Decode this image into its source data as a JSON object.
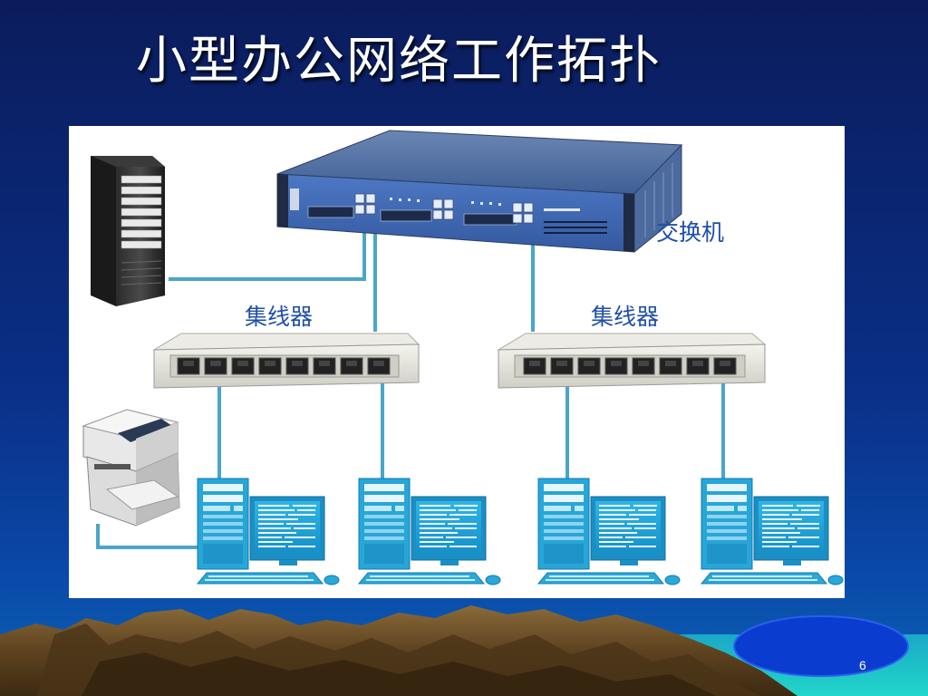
{
  "slide": {
    "title": "小型办公网络工作拓扑",
    "page_number": "6"
  },
  "diagram": {
    "labels": {
      "switch": "交换机",
      "hub_left": "集线器",
      "hub_right": "集线器"
    }
  },
  "colors": {
    "background_top": "#0b1c5c",
    "background_bottom": "#0a3d9c",
    "cable": "#4aa6c8",
    "computer": "#2aa9d8",
    "label": "#1f4fa8",
    "oval": "#0b3cd0",
    "mountain": "#6b4a22",
    "sea": "#19c3c6"
  },
  "icons": [
    "server-tower-icon",
    "printer-icon",
    "switch-icon",
    "hub-icon",
    "computer-icon"
  ]
}
